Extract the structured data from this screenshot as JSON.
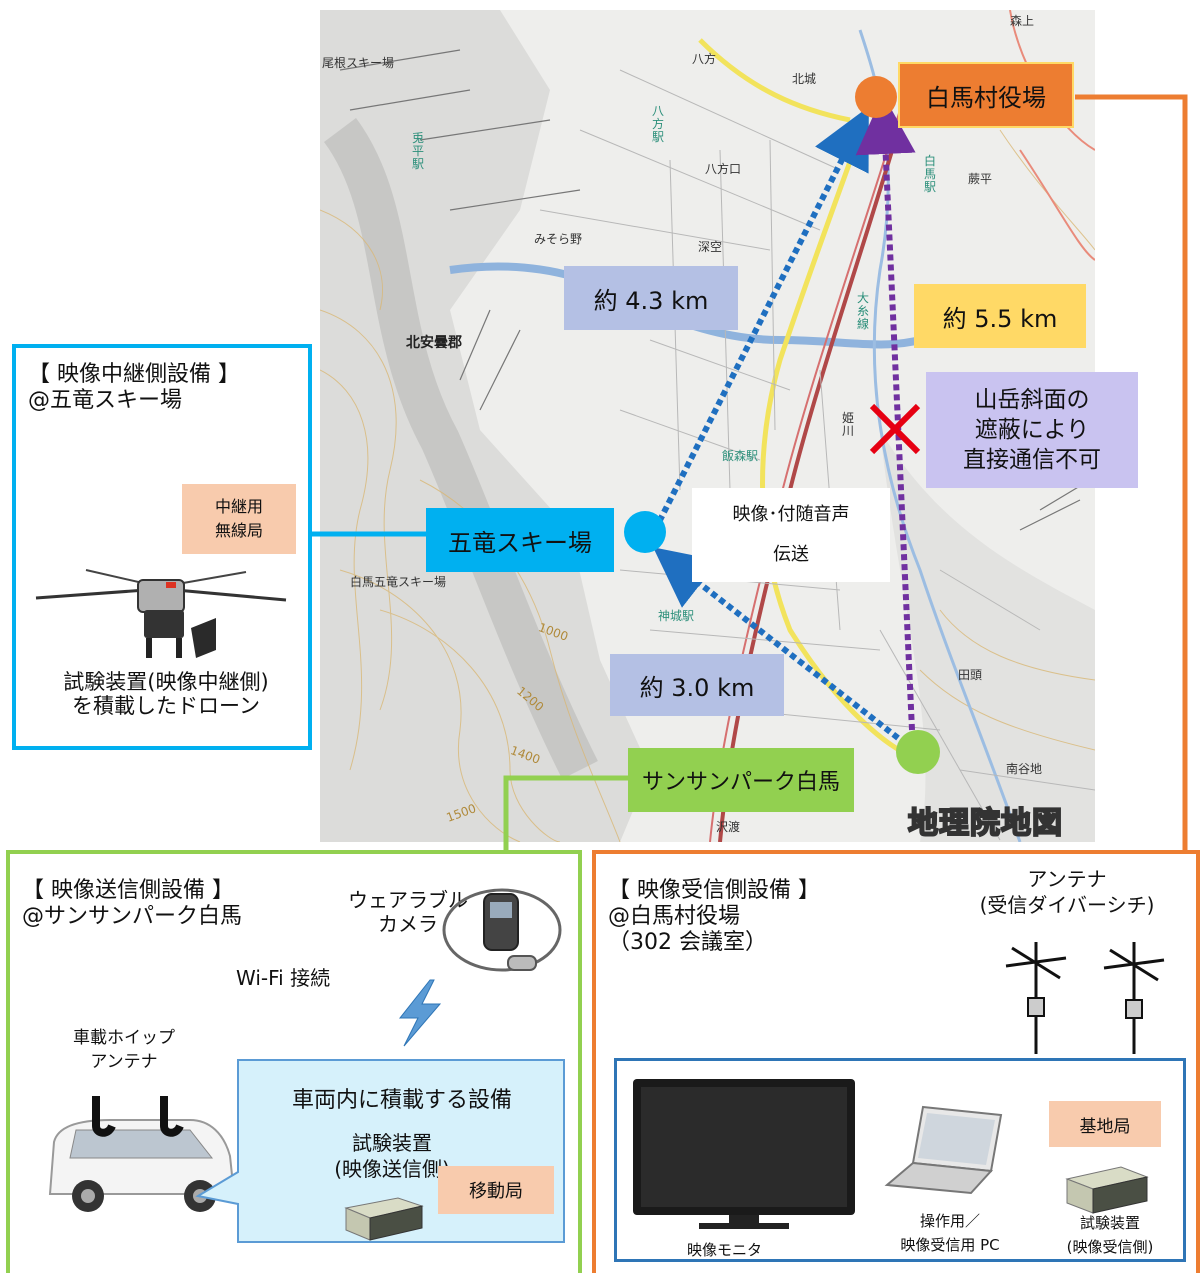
{
  "map": {
    "watermark": "地理院地図",
    "place_labels": {
      "one_ne_ski": "尾根スキー場",
      "happo": "八方",
      "morigami": "森上",
      "hokujo": "北城",
      "happo_station": "八方駅",
      "usagidaira_station": "兎平駅",
      "happoguchi": "八方口",
      "hakuba_station": "白馬駅",
      "warabidaira": "蕨平",
      "misorano": "みそら野",
      "fukazora": "深空",
      "kitaazumi": "北安曇郡",
      "oito_line": "大糸線",
      "himekawa": "姫川",
      "iimori_station": "飯森駅",
      "hakuba_goryu_ski": "白馬五竜スキー場",
      "kamishiro_station": "神城駅",
      "elev_1000": "1000",
      "elev_1200": "1200",
      "elev_1400": "1400",
      "elev_1500": "1500",
      "tagashira": "田頭",
      "minamiyachi": "南谷地",
      "sawatari": "沢渡"
    }
  },
  "locations": {
    "village_office": "白馬村役場",
    "goryu": "五竜スキー場",
    "sunsun": "サンサンパーク白馬"
  },
  "distances": {
    "d1": "約 4.3 km",
    "d2": "約 5.5 km",
    "d3": "約 3.0 km"
  },
  "annotations": {
    "blocked": "山岳斜面の\n遮蔽により\n直接通信不可",
    "transmission": "映像･付随音声\n伝送"
  },
  "relay_panel": {
    "title": "【 映像中継側設備 】\n@五竜スキー場",
    "tag": "中継用\n無線局",
    "caption": "試験装置(映像中継側)\nを積載したドローン"
  },
  "tx_panel": {
    "title": "【 映像送信側設備 】\n@サンサンパーク白馬",
    "camera_label": "ウェアラブル\nカメラ",
    "wifi_label": "Wi-Fi 接続",
    "whip_label": "車載ホイップ\nアンテナ",
    "callout_title": "車両内に積載する設備",
    "callout_device": "試験装置\n(映像送信側)",
    "tag": "移動局"
  },
  "rx_panel": {
    "title": "【 映像受信側設備 】\n@白馬村役場\n（302 会議室）",
    "antenna_label": "アンテナ\n(受信ダイバーシチ)",
    "monitor_label": "映像モニタ",
    "pc_label": "操作用／\n映像受信用 PC",
    "tag": "基地局",
    "device_label": "試験装置\n(映像受信側)"
  },
  "colors": {
    "orange": "#ed7d31",
    "cyan": "#00b0f0",
    "green": "#92d050",
    "blue_dot": "#1f6fc0",
    "purple_dot": "#7030a0",
    "dist_bg": "#b4c0e4",
    "yellow_bg": "#ffd966",
    "lavender": "#c9c3f0",
    "peach": "#f8cbad",
    "rx_blue": "#2e75b6"
  }
}
